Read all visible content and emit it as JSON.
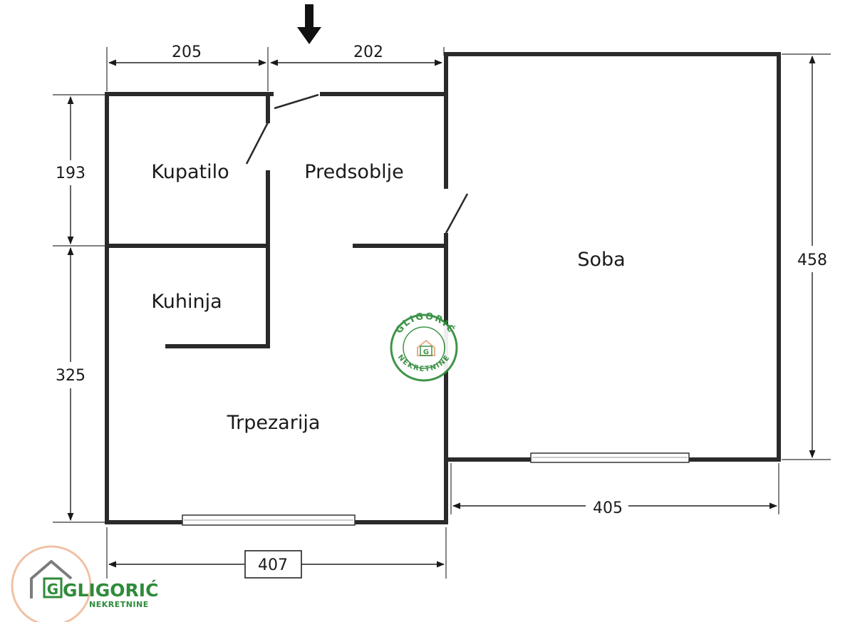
{
  "rooms": {
    "kupatilo": "Kupatilo",
    "predsoblje": "Predsoblje",
    "kuhinja": "Kuhinja",
    "trpezarija": "Trpezarija",
    "soba": "Soba"
  },
  "dimensions": {
    "top_left": "205",
    "top_right": "202",
    "left_upper": "193",
    "left_lower": "325",
    "right": "458",
    "bottom_right": "405",
    "bottom_left": "407"
  },
  "watermark": {
    "name": "GLIGORIĆ",
    "sub": "NEKRETNINE",
    "letter": "G"
  },
  "logo": {
    "name": "GLIGORIĆ",
    "sub": "NEKRETNINE",
    "letter": "G"
  },
  "colors": {
    "wall": "#2a2a2a",
    "brand_green": "#2e8b3a",
    "brand_orange": "#e9a77f",
    "brand_gray": "#7c7c7c"
  }
}
